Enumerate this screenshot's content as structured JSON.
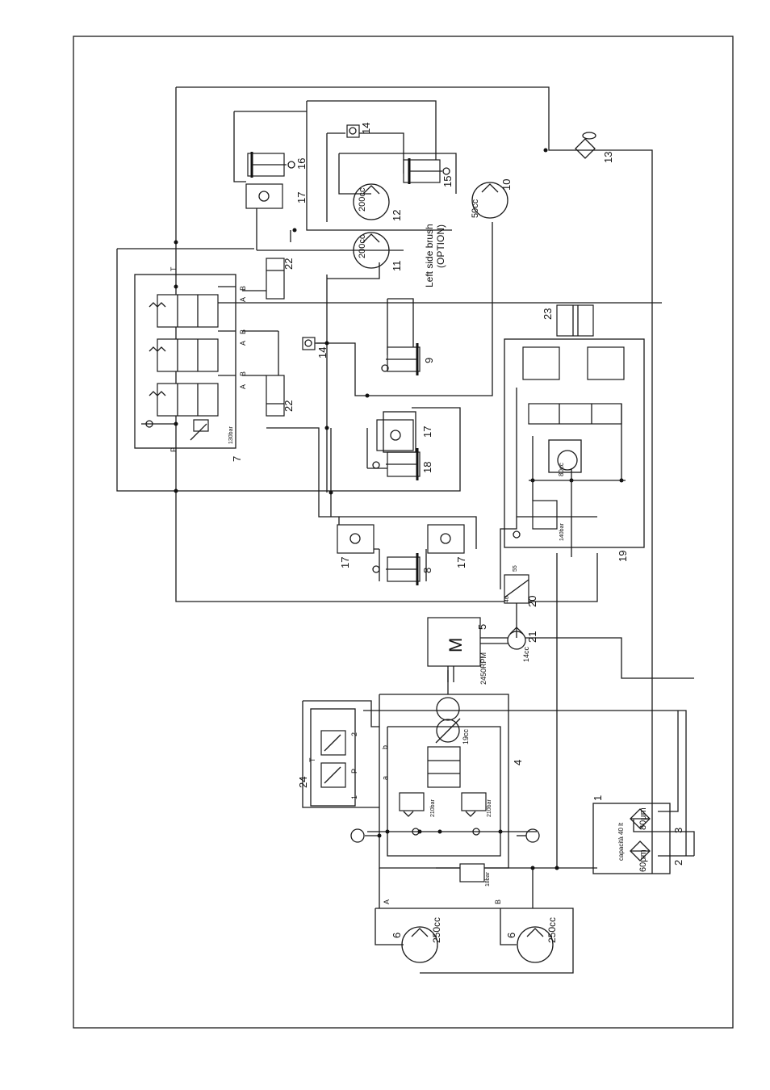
{
  "diagram": {
    "title": "",
    "components": {
      "c1": "1",
      "c2": "2",
      "c3": "3",
      "c4": "4",
      "c5": "5",
      "c6a": "6",
      "c6b": "6",
      "c7": "7",
      "c8": "8",
      "c9": "9",
      "c10": "10",
      "c11": "11",
      "c12": "12",
      "c13": "13",
      "c14a": "14",
      "c14b": "14",
      "c15": "15",
      "c16": "16",
      "c17a": "17",
      "c17b": "17",
      "c17c": "17",
      "c17d": "17",
      "c18": "18",
      "c19": "19",
      "c20": "20",
      "c21": "21",
      "c22a": "22",
      "c22b": "22",
      "c23": "23",
      "c24": "24"
    },
    "specs": {
      "motor_m": "M",
      "motor_rpm": "2450RPM",
      "pump21_cc": "14cc",
      "pump4_cc": "19cc",
      "motor10_cc": "50cc",
      "motor11_cc": "200cc",
      "motor12_cc": "200cc",
      "motor6a_cc": "250cc",
      "motor6b_cc": "250cc",
      "pump19_cc": "80cc",
      "relief19": "140bar",
      "relief7": "130bar",
      "relief4a": "210bar",
      "relief4b": "210bar",
      "relief4c": "18bar",
      "tank_cap": "capacità 40 lt",
      "filter_80": "80μm",
      "filter_60": "60μm",
      "valve20_a": "46",
      "valve20_b": "55",
      "option_line1": "Left side brush",
      "option_line2": "(OPTION)"
    },
    "ports": {
      "p_a1": "A",
      "p_a2": "A",
      "p_a3": "A",
      "p_b1": "B",
      "p_b2": "B",
      "p_b3": "B",
      "p_p7": "P",
      "p_t7": "T",
      "p_a4": "A",
      "p_b4": "B",
      "p_a4v": "a",
      "p_b4v": "b",
      "p24_1": "1",
      "p24_2": "2",
      "p24_p": "P",
      "p24_t": "T"
    }
  }
}
